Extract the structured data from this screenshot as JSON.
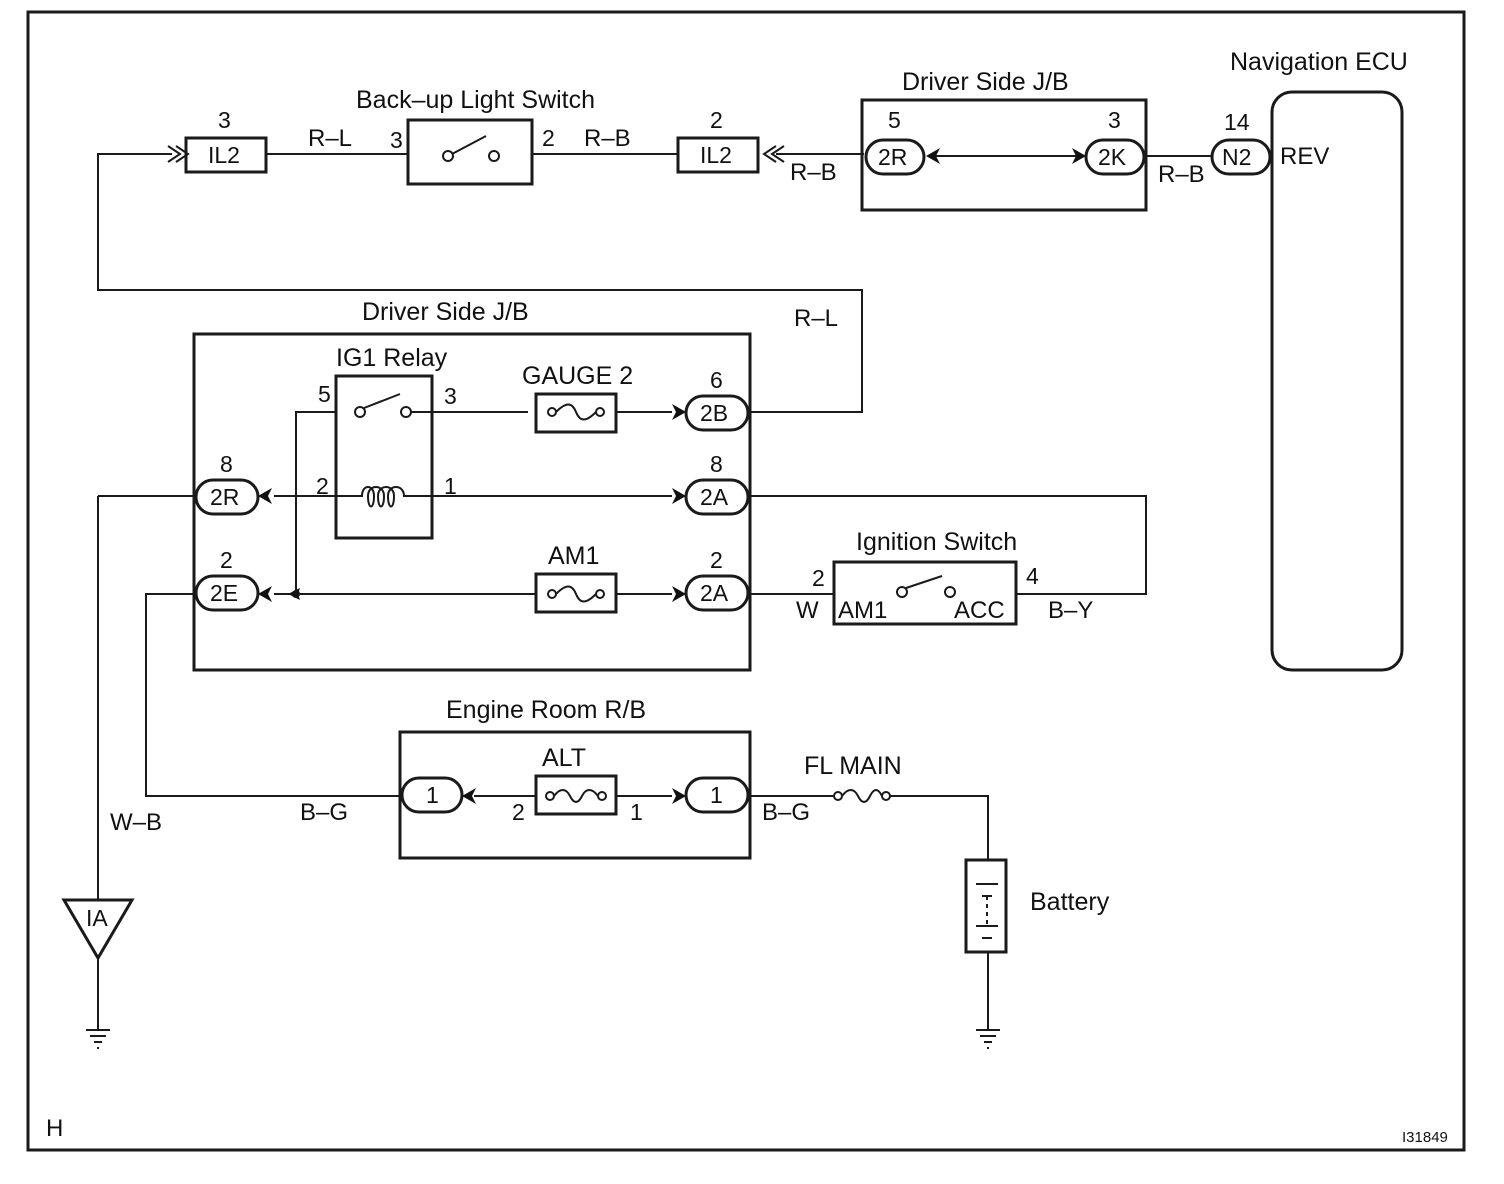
{
  "components": {
    "backup_switch": {
      "title": "Back–up Light Switch",
      "pin_in": "3",
      "pin_out": "2"
    },
    "il2_left": {
      "label": "IL2",
      "pin": "3"
    },
    "il2_right": {
      "label": "IL2",
      "pin": "2"
    },
    "jb_top": {
      "title": "Driver Side J/B",
      "c1": {
        "label": "2R",
        "pin": "5"
      },
      "c2": {
        "label": "2K",
        "pin": "3"
      }
    },
    "nav_ecu": {
      "title": "Navigation ECU",
      "connector": "N2",
      "pin": "14",
      "terminal": "REV"
    },
    "jb_main": {
      "title": "Driver Side J/B",
      "relay": {
        "title": "IG1 Relay",
        "pin5": "5",
        "pin3": "3",
        "pin2": "2",
        "pin1": "1"
      },
      "gauge_fuse": "GAUGE 2",
      "am1_fuse": "AM1",
      "c_2b": {
        "label": "2B",
        "pin": "6"
      },
      "c_2a_top": {
        "label": "2A",
        "pin": "8"
      },
      "c_2a_bot": {
        "label": "2A",
        "pin": "2"
      },
      "c_2r": {
        "label": "2R",
        "pin": "8"
      },
      "c_2e": {
        "label": "2E",
        "pin": "2"
      }
    },
    "ignition_switch": {
      "title": "Ignition Switch",
      "pin_left": "2",
      "pin_right": "4",
      "term_am1": "AM1",
      "term_acc": "ACC"
    },
    "engine_rb": {
      "title": "Engine Room R/B",
      "fuse": "ALT",
      "left_conn": "1",
      "right_conn": "1",
      "pin_left": "2",
      "pin_right": "1"
    },
    "fl_main": "FL MAIN",
    "battery": "Battery",
    "ground_ia": "IA"
  },
  "wires": {
    "rl_top": "R–L",
    "rb_top": "R–B",
    "rb_mid": "R–B",
    "rb_right": "R–B",
    "rl_right": "R–L",
    "w": "W",
    "by": "B–Y",
    "wb": "W–B",
    "bg_left": "B–G",
    "bg_right": "B–G"
  },
  "footer": {
    "left": "H",
    "right": "I31849"
  }
}
